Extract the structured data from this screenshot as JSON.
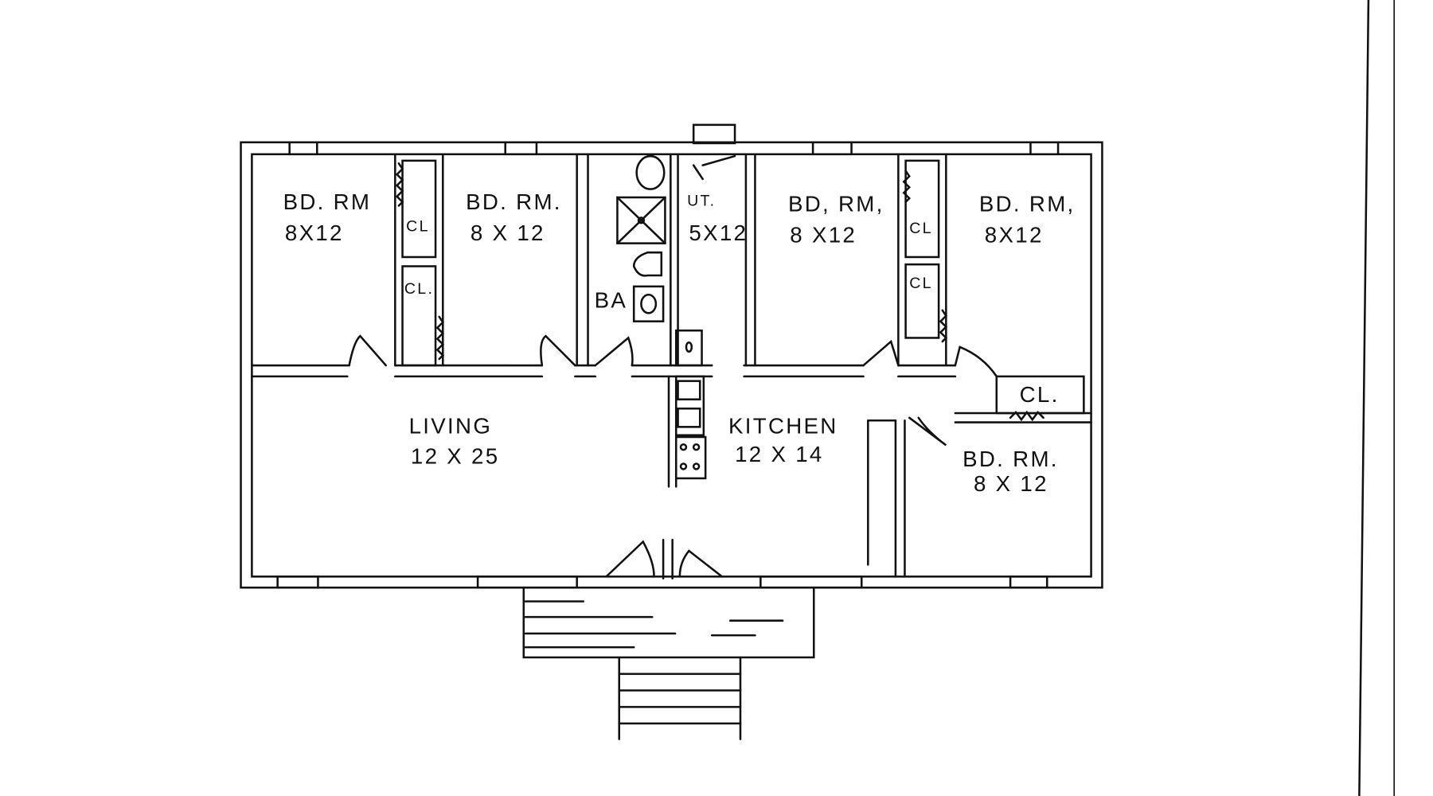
{
  "rooms": {
    "bedroom1": {
      "name": "BD. RM",
      "size": "8X12"
    },
    "bedroom2": {
      "name": "BD. RM.",
      "size": "8 X 12"
    },
    "bath": {
      "name": "BA"
    },
    "utility": {
      "name": "UT.",
      "size": "5X12"
    },
    "bedroom3": {
      "name": "BD, RM,",
      "size": "8 X12"
    },
    "bedroom4": {
      "name": "BD. RM,",
      "size": "8X12"
    },
    "living": {
      "name": "LIVING",
      "size": "12 X 25"
    },
    "kitchen": {
      "name": "KITCHEN",
      "size": "12 X 14"
    },
    "bedroom5": {
      "name": "BD. RM.",
      "size": "8 X 12"
    }
  },
  "closets": [
    "CL",
    "CL.",
    "CL",
    "CL",
    "CL."
  ]
}
